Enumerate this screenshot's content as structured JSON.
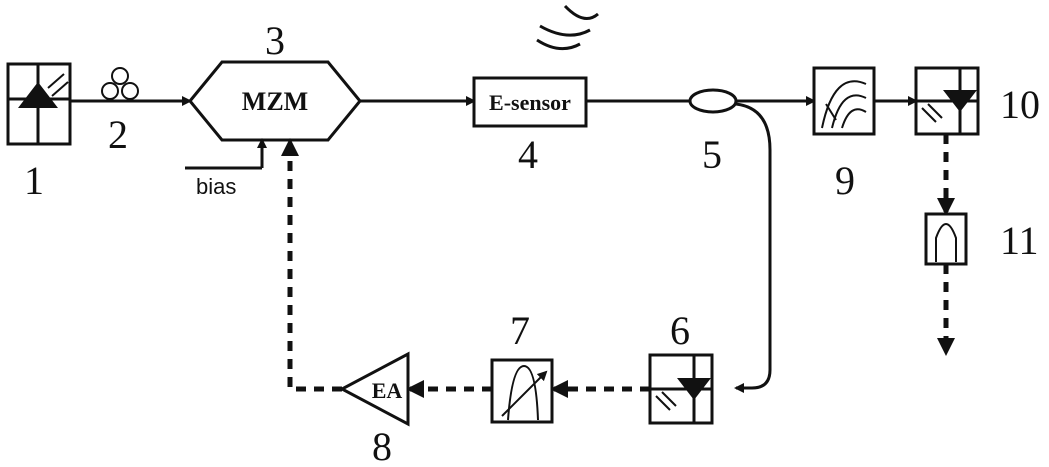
{
  "labels": {
    "n1": "1",
    "n2": "2",
    "n3": "3",
    "n4": "4",
    "n5": "5",
    "n6": "6",
    "n7": "7",
    "n8": "8",
    "n9": "9",
    "n10": "10",
    "n11": "11"
  },
  "blocks": {
    "modulator": "MZM",
    "sensor": "E-sensor",
    "amplifier": "EA",
    "bias": "bias"
  },
  "icons": {
    "laser": "laser-source-icon",
    "fiber": "fiber-coil-icon",
    "filter_optical": "optical-filter-icon",
    "filter_electrical": "electrical-filter-icon",
    "photodetector": "photodetector-icon",
    "wireless": "wireless-signal-icon"
  }
}
